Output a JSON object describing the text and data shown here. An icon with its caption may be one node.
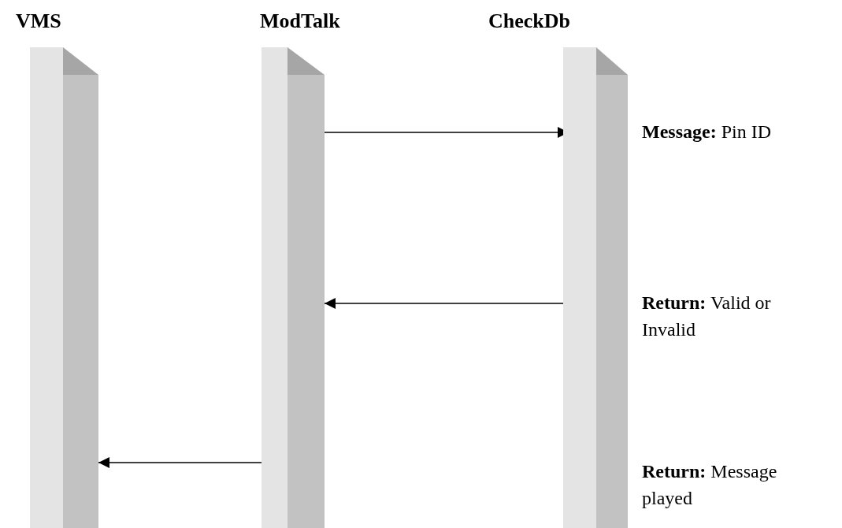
{
  "diagram": {
    "nodes": [
      {
        "text": [
          "VMS"
        ]
      },
      {
        "text": [
          "ModTalk"
        ]
      },
      {
        "text": [
          "CheckDb"
        ]
      }
    ],
    "edges": [
      {
        "from": 1,
        "to": 2,
        "arrow": "to"
      },
      {
        "from": 2,
        "to": 1,
        "arrow": "to"
      },
      {
        "from": 1,
        "to": 0,
        "arrow": "to"
      }
    ],
    "labels": [
      "**Message:** Pin ID",
      "**Return:** Valid or Invalid",
      "**Return:** Message played"
    ]
  }
}
